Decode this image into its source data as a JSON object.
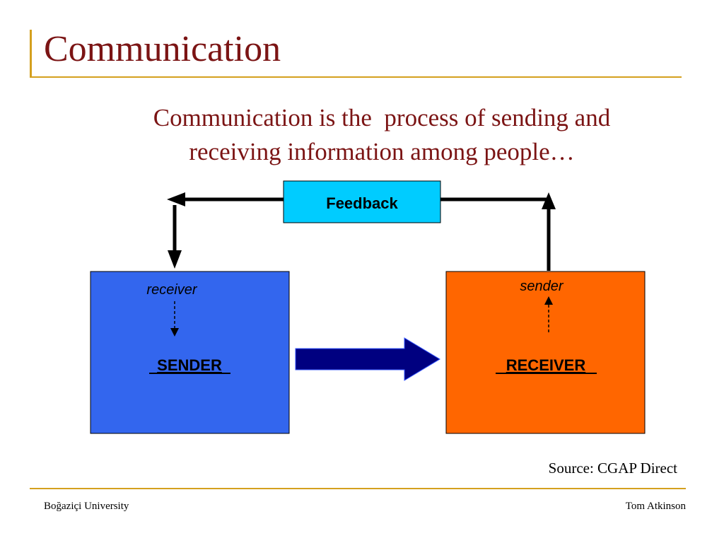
{
  "slide": {
    "title": "Communication",
    "subtitle_line1": "Communication is the  process of sending and",
    "subtitle_line2": "receiving information among people…",
    "source": "Source: CGAP Direct",
    "footer_left": "Boğaziçi University",
    "footer_right": "Tom Atkinson"
  },
  "diagram": {
    "feedback_label": "Feedback",
    "sender_box": {
      "label": "SENDER",
      "role_note": "receiver",
      "color": "#3366ee"
    },
    "receiver_box": {
      "label": "RECEIVER",
      "role_note": "sender",
      "color": "#ff6600"
    },
    "feedback_color": "#00ccff",
    "arrow_color": "#000080"
  },
  "colors": {
    "title": "#7b1414",
    "accent_rule": "#d4a01e"
  }
}
